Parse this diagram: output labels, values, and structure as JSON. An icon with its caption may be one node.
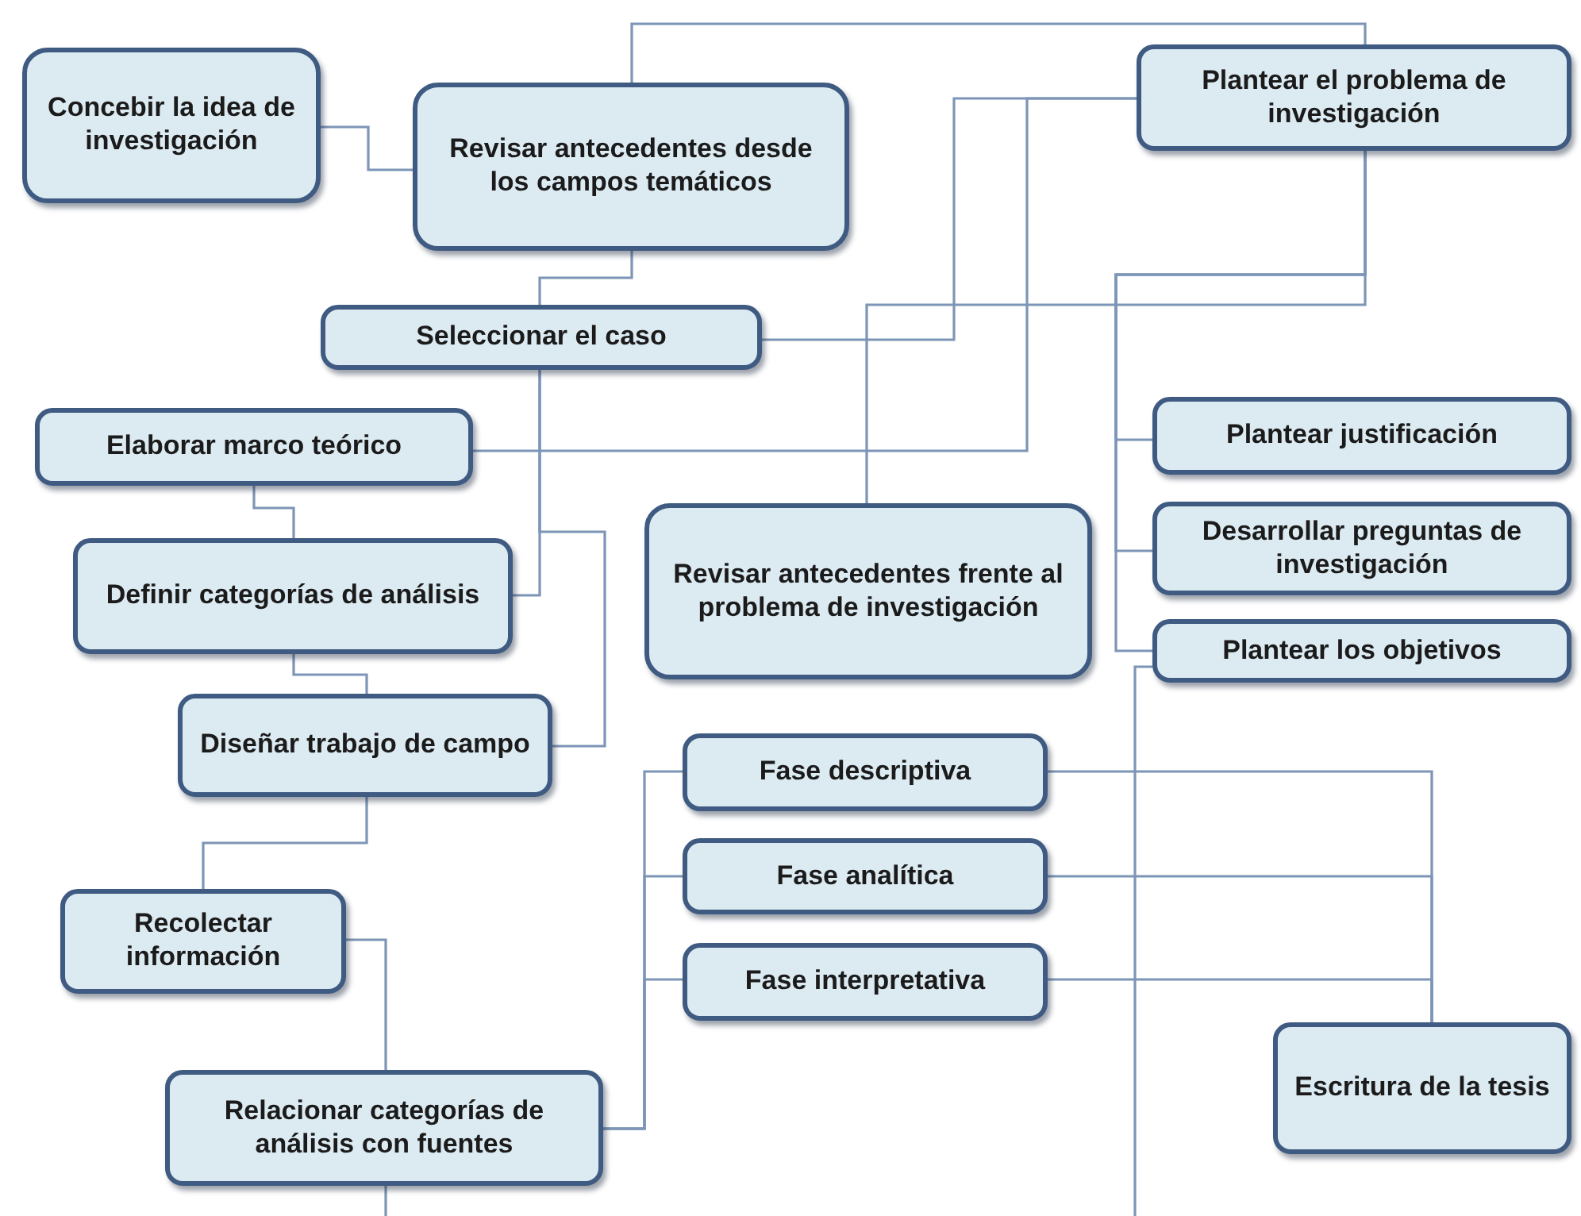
{
  "diagram": {
    "nodes": [
      {
        "text": [
          "Concebir la idea de investigación"
        ]
      },
      {
        "text": [
          "Revisar antecedentes desde los campos temáticos"
        ]
      },
      {
        "text": [
          "Plantear el problema de investigación"
        ]
      },
      {
        "text": [
          "Seleccionar el caso"
        ]
      },
      {
        "text": [
          "Elaborar marco teórico"
        ]
      },
      {
        "text": [
          "Plantear justificación"
        ]
      },
      {
        "text": [
          "Desarrollar preguntas de investigación"
        ]
      },
      {
        "text": [
          "Revisar antecedentes frente al problema de investigación"
        ]
      },
      {
        "text": [
          "Definir categorías de análisis"
        ]
      },
      {
        "text": [
          "Plantear los objetivos"
        ]
      },
      {
        "text": [
          "Diseñar trabajo de campo"
        ]
      },
      {
        "text": [
          "Fase descriptiva"
        ]
      },
      {
        "text": [
          "Fase analítica"
        ]
      },
      {
        "text": [
          "Fase interpretativa"
        ]
      },
      {
        "text": [
          "Recolectar información"
        ]
      },
      {
        "text": [
          "Escritura de la tesis"
        ]
      },
      {
        "text": [
          "Relacionar categorías de análisis con fuentes"
        ]
      }
    ],
    "edges": [
      {
        "from": 0,
        "to": 1,
        "arrow": "none"
      },
      {
        "from": 1,
        "to": 2,
        "arrow": "none"
      },
      {
        "from": 1,
        "to": 3,
        "arrow": "none"
      },
      {
        "from": 2,
        "to": 3,
        "arrow": "none"
      },
      {
        "from": 2,
        "to": 4,
        "arrow": "none"
      },
      {
        "from": 2,
        "to": 7,
        "arrow": "none"
      },
      {
        "from": 2,
        "to": 5,
        "arrow": "none"
      },
      {
        "from": 2,
        "to": 6,
        "arrow": "none"
      },
      {
        "from": 2,
        "to": 9,
        "arrow": "none"
      },
      {
        "from": 9,
        "to": null,
        "arrow": "none"
      },
      {
        "from": 3,
        "to": 8,
        "arrow": "none"
      },
      {
        "from": 3,
        "to": 10,
        "arrow": "none"
      },
      {
        "from": 4,
        "to": 8,
        "arrow": "none"
      },
      {
        "from": 8,
        "to": 10,
        "arrow": "none"
      },
      {
        "from": 10,
        "to": 14,
        "arrow": "none"
      },
      {
        "from": 14,
        "to": 16,
        "arrow": "none"
      },
      {
        "from": 16,
        "to": 11,
        "arrow": "none"
      },
      {
        "from": 16,
        "to": 12,
        "arrow": "none"
      },
      {
        "from": 16,
        "to": 13,
        "arrow": "none"
      },
      {
        "from": 16,
        "to": null,
        "arrow": "none"
      },
      {
        "from": 11,
        "to": 15,
        "arrow": "none"
      },
      {
        "from": 12,
        "to": 15,
        "arrow": "none"
      },
      {
        "from": 13,
        "to": 15,
        "arrow": "none"
      }
    ]
  }
}
